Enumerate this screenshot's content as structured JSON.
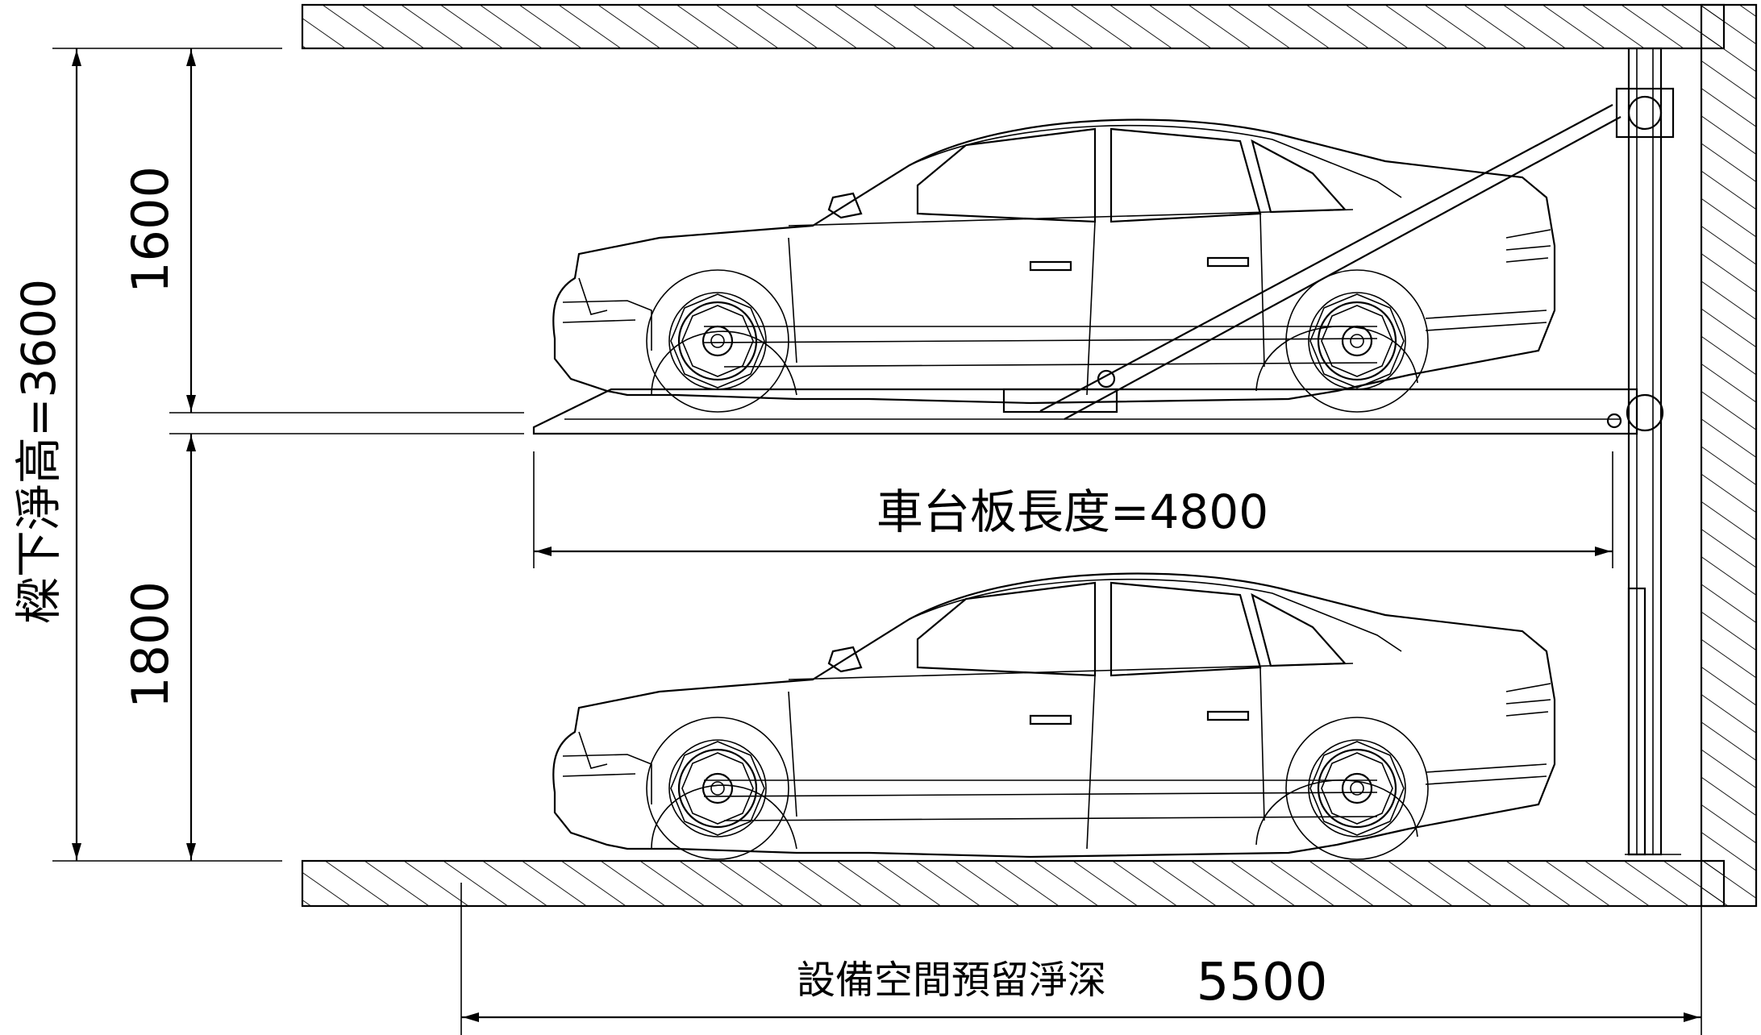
{
  "dimensions": {
    "total_clear_height": "樑下淨高=3600",
    "upper_height": "1600",
    "lower_height": "1800",
    "platform_length": "車台板長度=4800",
    "depth_label": "設備空間預留淨深",
    "depth_value": "5500"
  }
}
